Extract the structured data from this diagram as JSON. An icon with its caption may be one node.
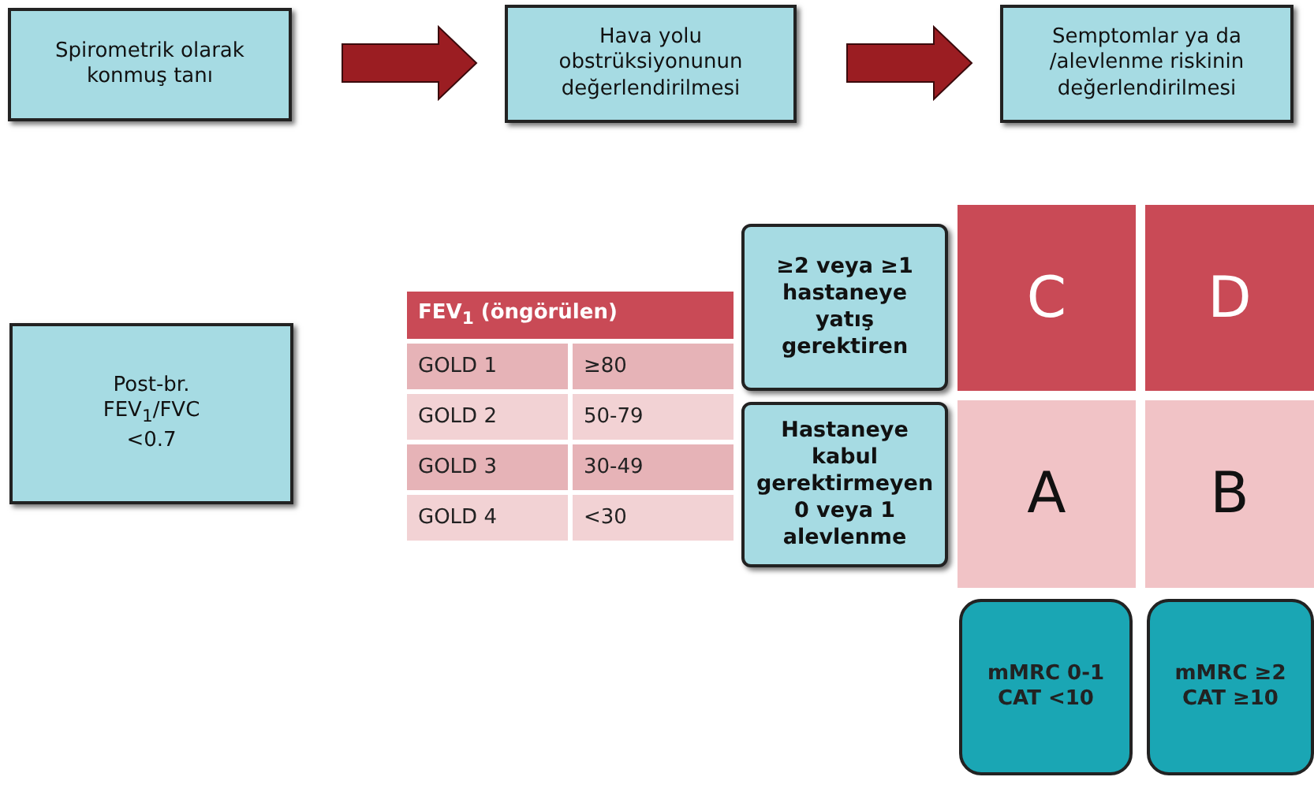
{
  "diagram": {
    "nodes": [
      {
        "text": [
          "Spirometrik olarak konmuş tanı"
        ]
      },
      {
        "text": [
          "Hava yolu obstrüksiyonunun değerlendirilmesi"
        ]
      },
      {
        "text": [
          "Semptomlar ya da /alevlenme riskinin değerlendirilmesi"
        ]
      },
      {
        "text": [
          "Post-br. FEV$_{1}$/FVC <0.7"
        ]
      },
      {
        "text": [
          "≥2 veya ≥1 hastaneye yatış gerektiren"
        ]
      },
      {
        "text": [
          "Hastaneye kabul gerektirmeyen 0 veya 1 alevlenme"
        ]
      },
      {
        "text": [
          "C"
        ]
      },
      {
        "text": [
          "D"
        ]
      },
      {
        "text": [
          "A"
        ]
      },
      {
        "text": [
          "B"
        ]
      },
      {
        "text": [
          "mMRC 0-1 CAT <10"
        ]
      },
      {
        "text": [
          "mMRC ≥2 CAT ≥10"
        ]
      }
    ],
    "edges": [
      {
        "from": 0,
        "to": 1,
        "arrow": "to"
      },
      {
        "from": 1,
        "to": 2,
        "arrow": "to"
      }
    ],
    "labels": [
      "FEV$_{1}$ (öngörülen)",
      "GOLD 1",
      "≥80",
      "GOLD 2",
      "50-79",
      "GOLD 3",
      "30-49",
      "GOLD 4",
      "<30"
    ]
  }
}
